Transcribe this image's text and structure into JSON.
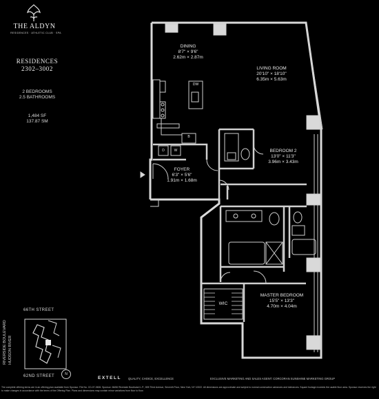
{
  "brand": {
    "name": "THE ALDYN",
    "tagline": "RESIDENCES · ATHLETIC CLUB · SPA"
  },
  "unit": {
    "title_line1": "RESIDENCES",
    "title_line2": "2302–3002",
    "bedrooms": "2 BEDROOMS",
    "bathrooms": "2.5 BATHROOMS",
    "area_sf": "1,484 SF",
    "area_sm": "137.87 SM"
  },
  "rooms": {
    "dining": {
      "name": "DINING",
      "imperial": "8'7\" × 9'6\"",
      "metric": "2.62m × 2.87m"
    },
    "living": {
      "name": "LIVING ROOM",
      "imperial": "20'10\" × 18'10\"",
      "metric": "6.35m × 5.63m"
    },
    "bedroom2": {
      "name": "BEDROOM 2",
      "imperial": "13'0\" × 11'3\"",
      "metric": "3.96m × 3.43m"
    },
    "foyer": {
      "name": "FOYER",
      "imperial": "6'3\" × 5'6\"",
      "metric": "1.91m × 1.68m"
    },
    "master": {
      "name": "MASTER BEDROOM",
      "imperial": "15'5\" × 13'3\"",
      "metric": "4.70m × 4.04m"
    },
    "wic": {
      "name": "WIC"
    }
  },
  "fixtures": {
    "dishwasher": "DW",
    "dryer": "D",
    "washer": "W",
    "bar": "B"
  },
  "map": {
    "top_street": "66TH STREET",
    "bottom_street": "62ND STREET",
    "side_street_1": "RIVERSIDE BOULEVARD",
    "side_street_2": "HUDSON RIVER",
    "compass": "N"
  },
  "footer": {
    "developer": "EXTELL",
    "developer_tag": "QUALITY, CHOICE, EXCELLENCE",
    "marketing": "EXCLUSIVE MARKETING AND SALES AGENT: CORCORAN SUNSHINE MARKETING GROUP",
    "legal": "The complete offering terms are in an offering plan available from Sponsor. File No. CD-07-0606. Sponsor: 66/66 Riverside Boulevard L.P., 805 Third Avenue, Seventh Floor, New York, NY 10022. All dimensions are approximate and subject to normal construction variances and tolerances. Square footage exceeds the usable floor area. Sponsor reserves the right to make changes in accordance with the terms of the Offering Plan. Plans and dimensions may contain minor variations from floor to floor."
  },
  "colors": {
    "background": "#000000",
    "wall": "#d9d9d9",
    "line": "#d0d0d0",
    "text": "#e8e8e8"
  }
}
